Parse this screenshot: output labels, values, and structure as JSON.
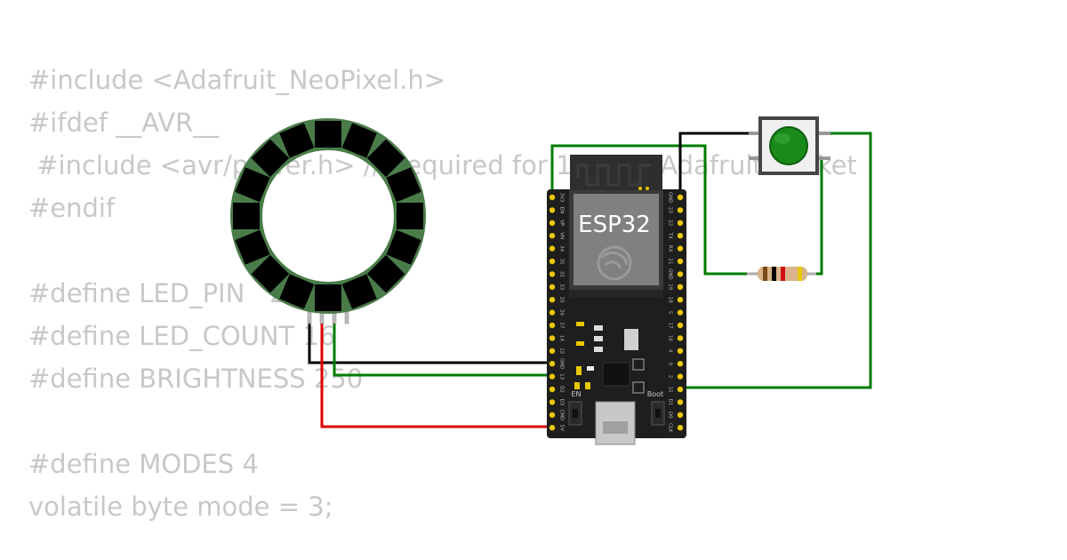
{
  "code_lines": [
    "#include <Adafruit_NeoPixel.h>",
    "#ifdef __AVR__",
    " #include <avr/power.h> // Required for 16 MHz Adafruit Trinket",
    "#endif",
    "",
    "#define LED_PIN   2",
    "#define LED_COUNT 16",
    "#define BRIGHTNESS 250",
    "",
    "#define MODES 4",
    "volatile byte mode = 3;"
  ],
  "board": {
    "label": "ESP32",
    "en_label": "EN",
    "boot_label": "Boot",
    "left_pins": [
      "3V3",
      "EN",
      "VP",
      "VN",
      "34",
      "35",
      "32",
      "33",
      "25",
      "26",
      "27",
      "14",
      "12",
      "GND",
      "13",
      "D2",
      "D3",
      "CMD",
      "5V"
    ],
    "right_pins": [
      "GND",
      "23",
      "22",
      "TX",
      "RX",
      "21",
      "GND",
      "19",
      "18",
      "5",
      "17",
      "16",
      "4",
      "0",
      "2",
      "15",
      "D1",
      "D0",
      "CLK"
    ]
  },
  "neopixel_ring": {
    "pixel_count": 16
  },
  "colors": {
    "wire_red": "#dd0000",
    "wire_black": "#000000",
    "wire_green": "#007c00",
    "button_green": "#1a8a1a",
    "ring_body": "#4a7c4a",
    "board_body": "#1e1e1e",
    "pin_gold": "#e8c800"
  }
}
